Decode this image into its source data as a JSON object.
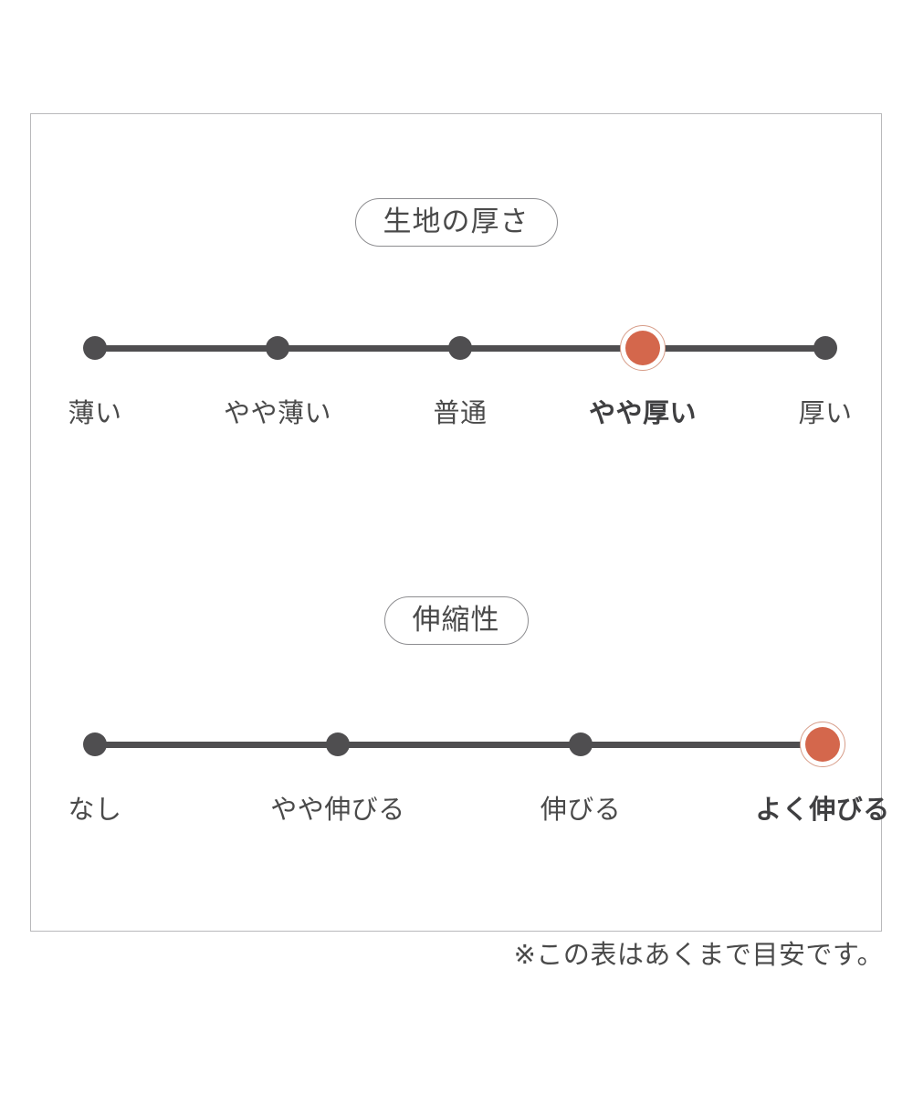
{
  "panel": {
    "sections": [
      {
        "heading": "生地の厚さ",
        "selected_index": 3,
        "ticks": [
          {
            "label": "薄い"
          },
          {
            "label": "やや薄い"
          },
          {
            "label": "普通"
          },
          {
            "label": "やや厚い"
          },
          {
            "label": "厚い"
          }
        ]
      },
      {
        "heading": "伸縮性",
        "selected_index": 3,
        "ticks": [
          {
            "label": "なし"
          },
          {
            "label": "やや伸びる"
          },
          {
            "label": "伸びる"
          },
          {
            "label": "よく伸びる"
          }
        ]
      }
    ]
  },
  "footnote": "※この表はあくまで目安です。",
  "colors": {
    "accent": "#d4674c",
    "accent_ring": "#d79d89",
    "track": "#4f4e50",
    "text": "#4a4a4a",
    "panel_border": "#b9b9bb",
    "pill_border": "#8d8d90",
    "background": "#ffffff"
  }
}
